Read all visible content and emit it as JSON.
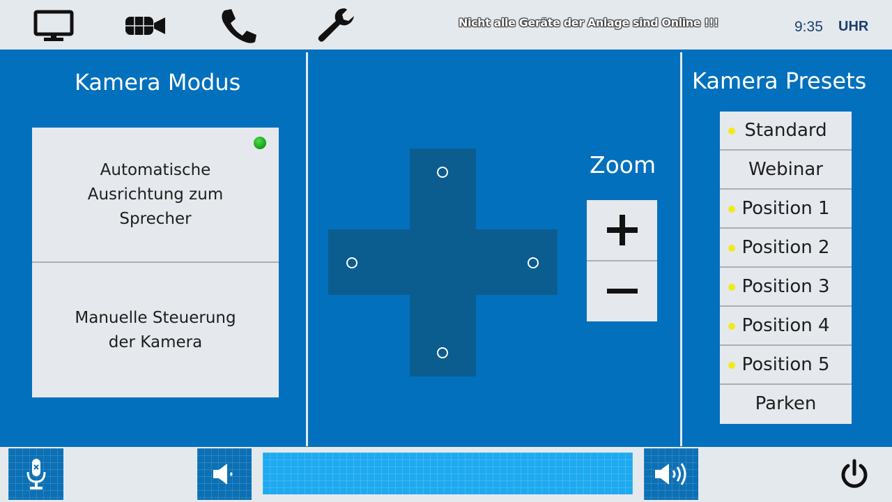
{
  "topbar": {
    "icons": [
      "monitor-icon",
      "video-camera-icon",
      "phone-icon",
      "wrench-icon"
    ],
    "status_message": "Nicht alle Geräte der Anlage sind Online !!!",
    "clock_time": "9:35",
    "clock_unit": "UHR"
  },
  "left_panel": {
    "title": "Kamera Modus",
    "modes": [
      {
        "lines": [
          "Automatische",
          "Ausrichtung zum",
          "Sprecher"
        ],
        "active": true
      },
      {
        "lines": [
          "Manuelle Steuerung",
          "der Kamera"
        ],
        "active": false
      }
    ]
  },
  "center_panel": {
    "directions": [
      "up",
      "left",
      "right",
      "down"
    ],
    "zoom_label": "Zoom",
    "zoom_buttons": [
      "plus-icon",
      "minus-icon"
    ]
  },
  "right_panel": {
    "title": "Kamera Presets",
    "presets": [
      {
        "label": "Standard",
        "saved": true
      },
      {
        "label": "Webinar",
        "saved": false
      },
      {
        "label": "Position 1",
        "saved": true
      },
      {
        "label": "Position 2",
        "saved": true
      },
      {
        "label": "Position 3",
        "saved": true
      },
      {
        "label": "Position 4",
        "saved": true
      },
      {
        "label": "Position 5",
        "saved": true
      },
      {
        "label": "Parken",
        "saved": false
      }
    ]
  },
  "bottombar": {
    "icons": [
      "microphone-muted-icon",
      "volume-down-icon",
      "volume-up-icon",
      "power-icon"
    ],
    "volume_level": 1.0
  },
  "colors": {
    "background": "#0370bd",
    "bar": "#e4e9ee",
    "panel": "#e5e8ec",
    "dpad": "#0c5d8f",
    "volume": "#1eaaf0",
    "status_led": "#22b022",
    "preset_dot": "#f2ea18"
  }
}
